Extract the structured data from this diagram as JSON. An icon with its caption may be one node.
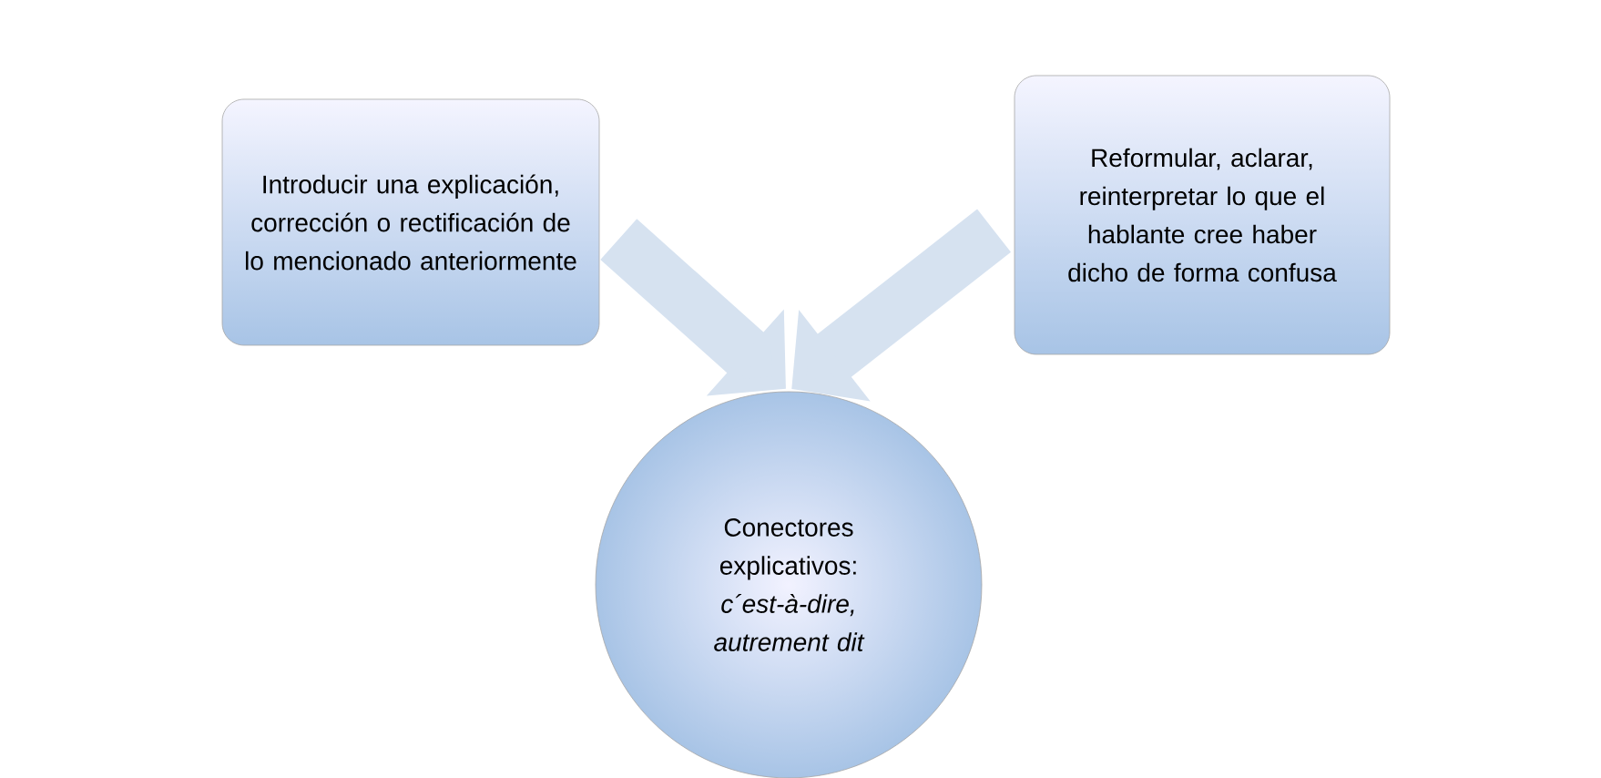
{
  "diagram": {
    "nodes": [
      {
        "text": [
          "Introducir una explicación, corrección o rectificación de lo mencionado anteriormente"
        ]
      },
      {
        "text": [
          "Reformular, aclarar, reinterpretar lo que el hablante cree haber dicho de forma confusa"
        ]
      },
      {
        "text": [
          "Conectores explicativos:",
          "c´est-à-dire, autrement dit"
        ]
      }
    ],
    "edges": [
      {
        "from": 0,
        "to": 2,
        "arrow": "to"
      },
      {
        "from": 1,
        "to": 2,
        "arrow": "to"
      }
    ]
  }
}
